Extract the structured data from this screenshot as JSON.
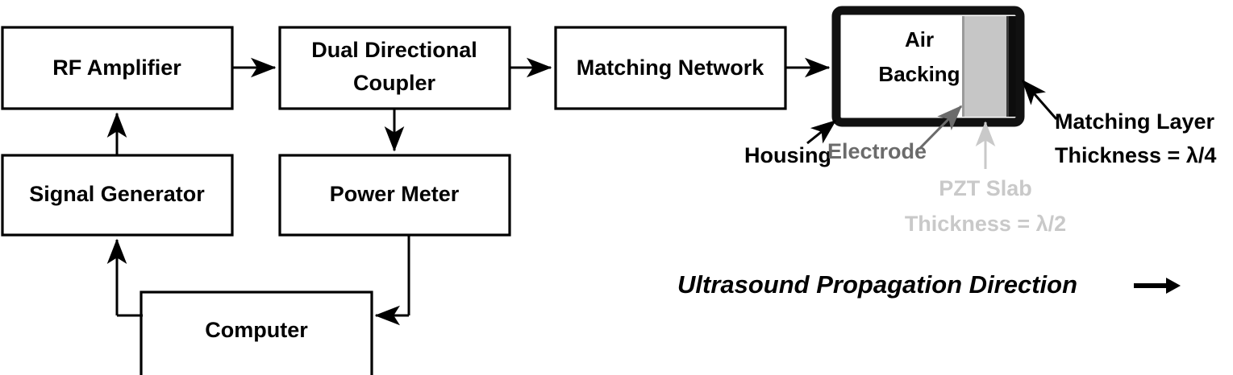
{
  "diagram": {
    "title": "Ultrasound transducer drive chain block diagram",
    "colors": {
      "stroke": "#000000",
      "background": "#ffffff",
      "housing": "#111111",
      "pzt_slab": "#c6c6c6",
      "matching_layer": "#0d0d0d",
      "electrode_label": "#6b6b6b",
      "pzt_label": "#c9c9c9"
    },
    "blocks": [
      {
        "id": "rf-amplifier",
        "label": "RF Amplifier"
      },
      {
        "id": "dual-directional-coupler",
        "label_line1": "Dual Directional",
        "label_line2": "Coupler"
      },
      {
        "id": "matching-network",
        "label": "Matching Network"
      },
      {
        "id": "signal-generator",
        "label": "Signal Generator"
      },
      {
        "id": "power-meter",
        "label": "Power Meter"
      },
      {
        "id": "computer",
        "label": "Computer"
      }
    ],
    "transducer": {
      "air_backing_line1": "Air",
      "air_backing_line2": "Backing",
      "callouts": {
        "housing": "Housing",
        "electrode": "Electrode",
        "pzt_line1": "PZT Slab",
        "pzt_line2": "Thickness = λ/2",
        "matching_line1": "Matching Layer",
        "matching_line2": "Thickness = λ/4"
      }
    },
    "propagation": {
      "label": "Ultrasound Propagation Direction",
      "arrow_icon": "right-arrow-icon"
    }
  }
}
